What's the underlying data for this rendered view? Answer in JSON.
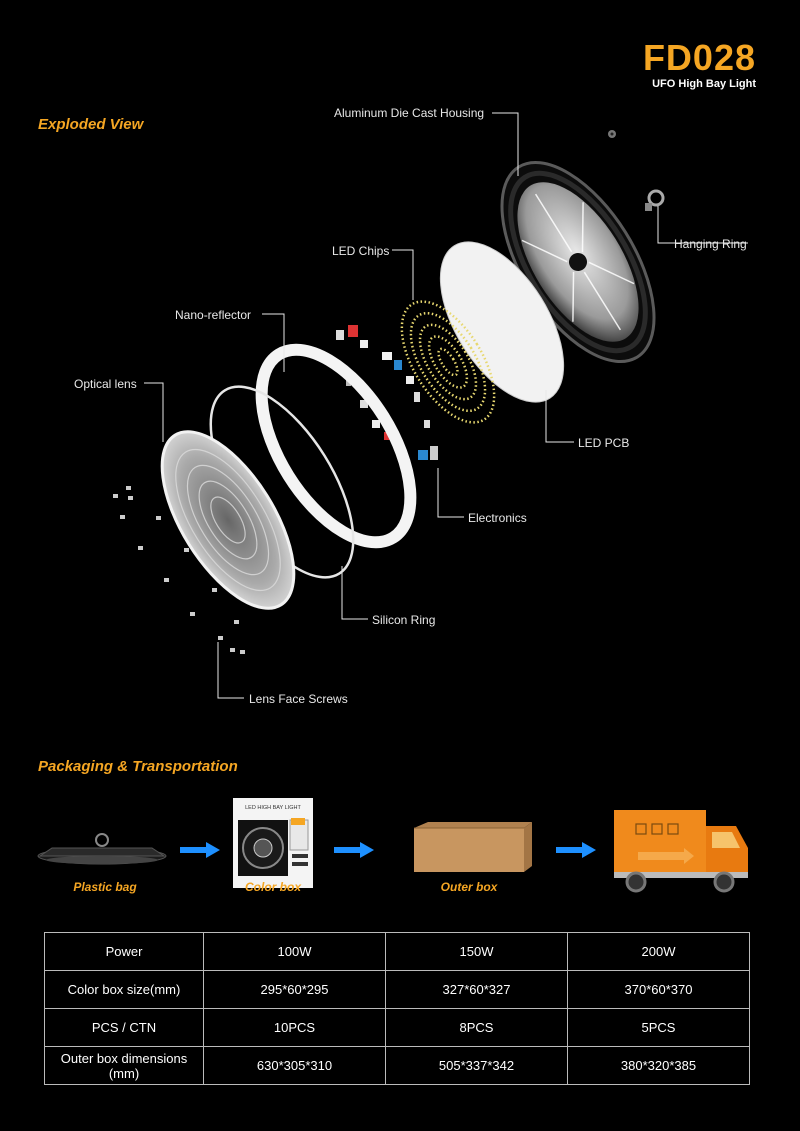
{
  "header": {
    "model_code": "FD028",
    "model_name": "UFO High Bay Light"
  },
  "exploded": {
    "title": "Exploded View",
    "labels": {
      "housing": "Aluminum Die Cast Housing",
      "hanging_ring": "Hanging Ring",
      "led_chips": "LED Chips",
      "nano_reflector": "Nano-reflector",
      "optical_lens": "Optical lens",
      "led_pcb": "LED PCB",
      "electronics": "Electronics",
      "silicon_ring": "Silicon Ring",
      "lens_screws": "Lens Face Screws"
    }
  },
  "packaging": {
    "title": "Packaging & Transportation",
    "steps": [
      "Plastic bag",
      "Color box",
      "Outer box"
    ],
    "box_text": "LED HIGH BAY LIGHT"
  },
  "spec_table": {
    "rows": [
      [
        "Power",
        "100W",
        "150W",
        "200W"
      ],
      [
        "Color box size(mm)",
        "295*60*295",
        "327*60*327",
        "370*60*370"
      ],
      [
        "PCS / CTN",
        "10PCS",
        "8PCS",
        "5PCS"
      ],
      [
        "Outer box dimensions (mm)",
        "630*305*310",
        "505*337*342",
        "380*320*385"
      ]
    ]
  },
  "colors": {
    "accent": "#f5a623",
    "arrow": "#1e90ff",
    "background": "#000000",
    "truck": "#f08a1c"
  }
}
